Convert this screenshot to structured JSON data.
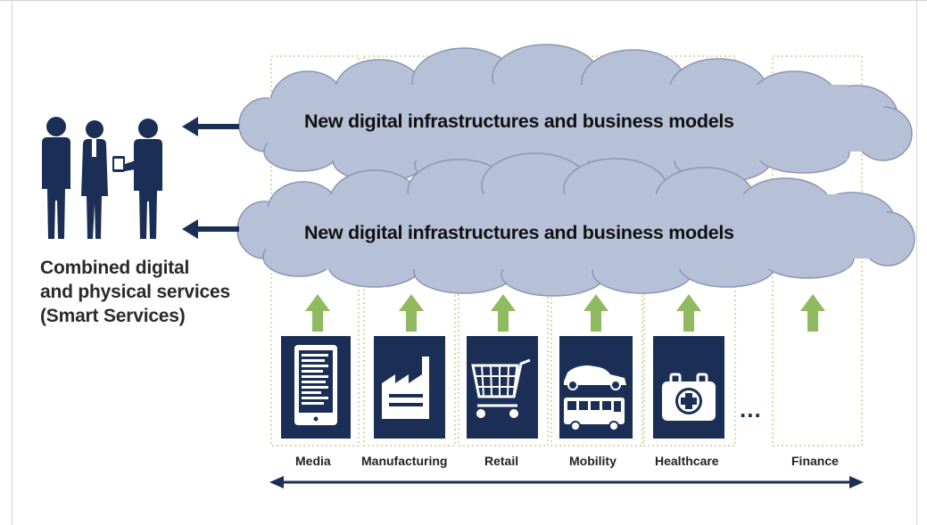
{
  "clouds": {
    "top_text": "New digital infrastructures and business models",
    "bottom_text": "New digital infrastructures and business models"
  },
  "people_label": {
    "line1": "Combined digital",
    "line2": "and physical services",
    "line3": "(Smart Services)"
  },
  "sectors": [
    {
      "label": "Media",
      "icon": "tablet-reader-icon"
    },
    {
      "label": "Manufacturing",
      "icon": "factory-icon"
    },
    {
      "label": "Retail",
      "icon": "shopping-cart-icon"
    },
    {
      "label": "Mobility",
      "icon": "car-and-bus-icon"
    },
    {
      "label": "Healthcare",
      "icon": "first-aid-kit-icon"
    },
    {
      "label": "Finance",
      "icon": "none"
    }
  ],
  "ellipsis": "...",
  "colors": {
    "navy": "#1b2f56",
    "cloud_fill": "#b6c1d8",
    "cloud_stroke": "#8b96b4",
    "green_arrow": "#8fba5f",
    "dotted_column": "#c9cf8c"
  }
}
